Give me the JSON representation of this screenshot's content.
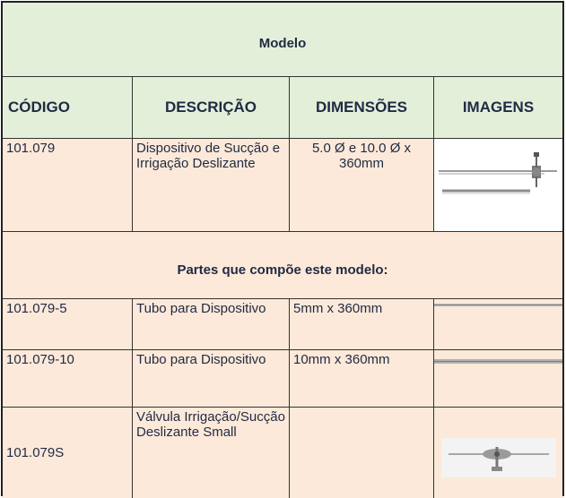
{
  "title": "Modelo",
  "headers": {
    "code": "CÓDIGO",
    "description": "DESCRIÇÃO",
    "dimensions": "DIMENSÕES",
    "images": "IMAGENS"
  },
  "main_row": {
    "code": "101.079",
    "description": "Dispositivo de Sucção e Irrigação Deslizante",
    "dimensions": "5.0 Ø e 10.0 Ø x 360mm",
    "image": "suction-irrigation-device-image"
  },
  "parts_title": "Partes que compõe este modelo:",
  "parts": [
    {
      "code": "101.079-5",
      "description": "Tubo para Dispositivo",
      "dimensions": "5mm x 360mm",
      "image": "tube-image"
    },
    {
      "code": "101.079-10",
      "description": "Tubo para Dispositivo",
      "dimensions": "10mm x 360mm",
      "image": "tube-image"
    },
    {
      "code": "101.079S",
      "description": "Válvula Irrigação/Sucção Deslizante Small",
      "dimensions": "",
      "image": "valve-image"
    }
  ],
  "colors": {
    "header_green": "#e4efd9",
    "parts_tan": "#fde9d9",
    "text": "#1f2a44"
  }
}
